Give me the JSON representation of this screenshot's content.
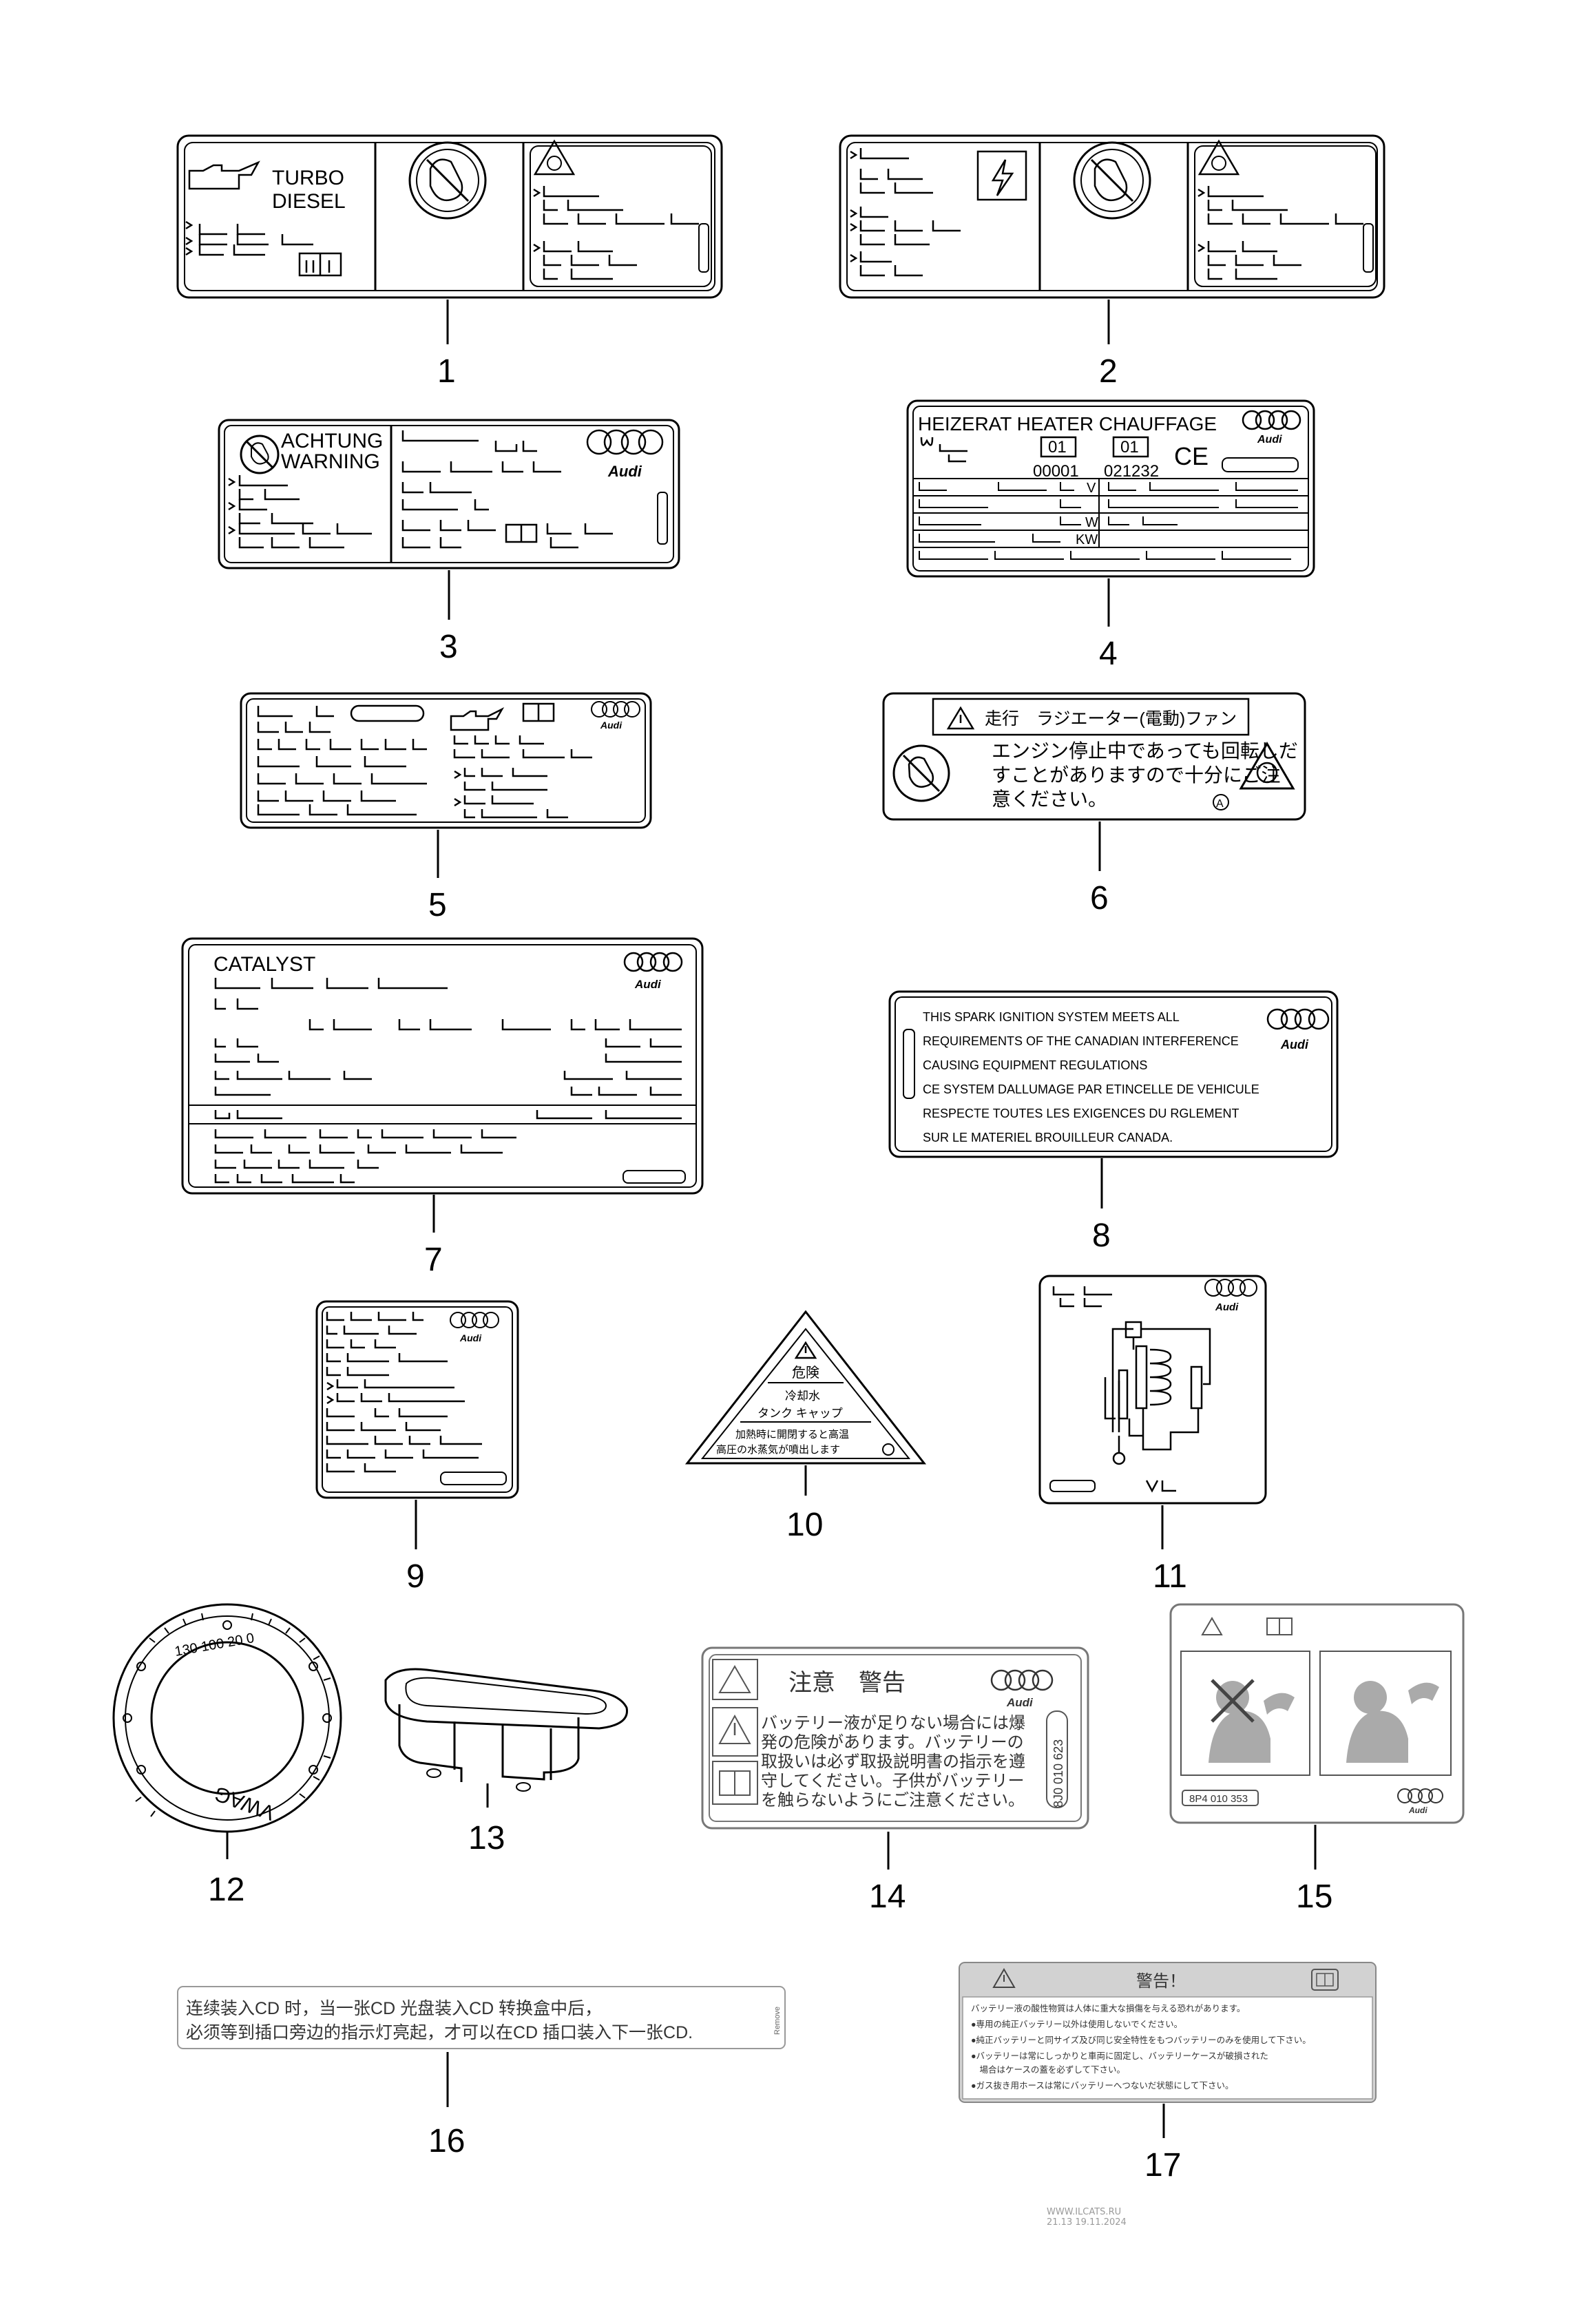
{
  "labels": {
    "l1": {
      "title_line1": "TURBO",
      "title_line2": "DIESEL"
    },
    "l3": {
      "line1": "ACHTUNG",
      "line2": "WARNING",
      "brand": "Audi"
    },
    "l4": {
      "title": "HEIZERAT  HEATER  CHAUFFAGE",
      "box1": "01",
      "box2": "01",
      "code1": "00001",
      "code2": "021232",
      "ce": "CE",
      "v": "V",
      "w": "W",
      "kw": "KW",
      "brand": "Audi"
    },
    "l5": {
      "brand": "Audi"
    },
    "l6": {
      "header": "走行　ラジエーター(電動)ファン",
      "line1": "エンジン停止中であっても回転しだ",
      "line2": "すことがありますので十分にご注",
      "line3": "意ください。",
      "mark": "A"
    },
    "l7": {
      "title": "CATALYST",
      "brand": "Audi"
    },
    "l8": {
      "lines": [
        "THIS SPARK IGNITION SYSTEM MEETS ALL",
        "REQUIREMENTS OF THE CANADIAN INTERFERENCE",
        "CAUSING EQUIPMENT REGULATIONS",
        "CE SYSTEM DALLUMAGE PAR ETINCELLE DE VEHICULE",
        "RESPECTE TOUTES LES EXIGENCES DU RGLEMENT",
        "SUR LE MATERIEL BROUILLEUR CANADA."
      ],
      "brand": "Audi"
    },
    "l9": {
      "brand": "Audi"
    },
    "l10": {
      "line1": "危険",
      "line2": "冷却水",
      "line3": "タンク キャップ",
      "line4": "加熱時に開閉すると高温",
      "line5": "高圧の水蒸気が噴出します"
    },
    "l11": {
      "brand": "Audi"
    },
    "l12": {
      "ring_text": "VWAG",
      "scale": "130 100 20 0"
    },
    "l14": {
      "title": "注意　警告",
      "brand": "Audi",
      "part": "8J0 010 623",
      "lines": [
        "バッテリー液が足りない場合には爆",
        "発の危険があります。バッテリーの",
        "取扱いは必ず取扱説明書の指示を遵",
        "守してください。子供がバッテリー",
        "を触らないようにご注意ください。"
      ]
    },
    "l15": {
      "part": "8P4 010 353",
      "brand": "Audi"
    },
    "l16": {
      "line1": "连续装入CD 时，当一张CD 光盘装入CD 转换盒中后，",
      "line2": "必须等到插口旁边的指示灯亮起，才可以在CD 插口装入下一张CD.",
      "side": "Remove"
    },
    "l17": {
      "title": "警告！",
      "lines": [
        "バッテリー液の酸性物質は人体に重大な損傷を与える恐れがあります。",
        "●専用の純正バッテリー以外は使用しないでください。",
        "●純正バッテリーと同サイズ及び同じ安全特性をもつバッテリーのみを使用して下さい。",
        "●バッテリーは常にしっかりと車両に固定し、バッテリーケースが破損された",
        "　場合はケースの蓋を必ずして下さい。",
        "●ガス抜き用ホースは常にバッテリーへつないだ状態にして下さい。"
      ]
    }
  },
  "callouts": [
    "1",
    "2",
    "3",
    "4",
    "5",
    "6",
    "7",
    "8",
    "9",
    "10",
    "11",
    "12",
    "13",
    "14",
    "15",
    "16",
    "17"
  ],
  "watermark": {
    "line1": "WWW.ILCATS.RU",
    "line2": "21.13 19.11.2024"
  }
}
